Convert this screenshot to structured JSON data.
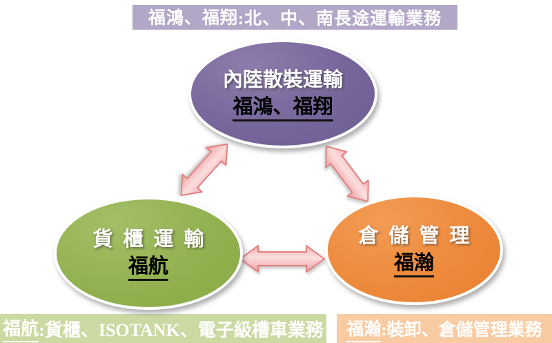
{
  "diagram": {
    "description": "Three-node cycle diagram of transport business units linked by pink double-headed arrows"
  },
  "colors": {
    "background": "#ffffff",
    "top_banner_bg": "#b3a7c8",
    "bottom_left_banner_bg": "#cbd9a2",
    "bottom_right_banner_bg": "#f8cba3",
    "node_top_fill": "#77669b",
    "node_left_fill": "#92b150",
    "node_right_fill": "#ee8a3c",
    "arrow_fill_light": "#fcdedе",
    "arrow_fill_dark": "#f2a8a8",
    "arrow_stroke": "#e07f7f",
    "banner_text": "#ffffff",
    "node_line1_text": "#ffffff",
    "node_line2_text": "#000000"
  },
  "banners": {
    "top": {
      "underlined": "福鴻、福翔",
      "rest": ":北、中、南長途運輸業務"
    },
    "bottom_left": {
      "underlined": "福航",
      "rest": ":貨櫃、ISOTANK、電子級槽車業務"
    },
    "bottom_right": {
      "underlined": "福瀚",
      "rest": ":裝卸、倉儲管理業務"
    }
  },
  "nodes": {
    "top": {
      "line1": "內陸散裝運輸",
      "line2": "福鴻、福翔"
    },
    "left": {
      "line1": "貨櫃運輸",
      "line2": "福航"
    },
    "right": {
      "line1": "倉儲管理",
      "line2": "福瀚"
    }
  },
  "arrows": [
    {
      "name": "top-to-left",
      "from": "內陸散裝運輸",
      "to": "貨櫃運輸",
      "bidirectional": true
    },
    {
      "name": "top-to-right",
      "from": "內陸散裝運輸",
      "to": "倉儲管理",
      "bidirectional": true
    },
    {
      "name": "left-to-right",
      "from": "貨櫃運輸",
      "to": "倉儲管理",
      "bidirectional": true
    }
  ]
}
